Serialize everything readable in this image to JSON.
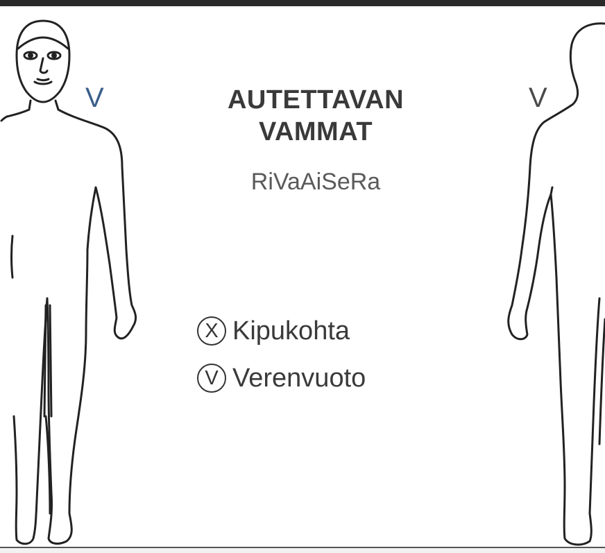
{
  "diagram": {
    "title_line1": "AUTETTAVAN",
    "title_line2": "VAMMAT",
    "subtitle": "RiVaAiSeRa",
    "front_side_mark": "V",
    "back_side_mark": "V",
    "legend": [
      {
        "symbol": "X",
        "label": "Kipukohta"
      },
      {
        "symbol": "V",
        "label": "Verenvuoto"
      }
    ]
  }
}
